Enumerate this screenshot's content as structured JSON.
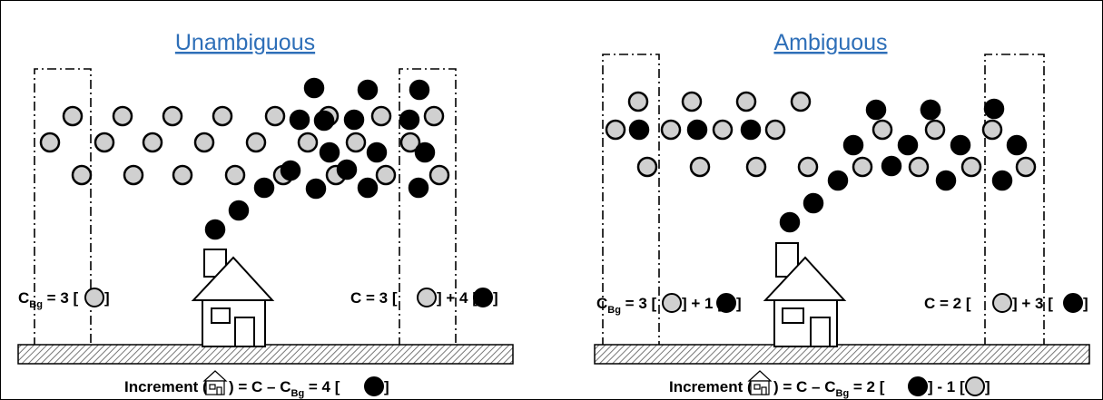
{
  "panels": {
    "left": {
      "title": "Unambiguous",
      "bg_label": {
        "prefix": "C",
        "sub": "Bg",
        "text": " = 3 [",
        "end": "]"
      },
      "site_label": {
        "a": "C = 3 [",
        "b": "] + 4 [",
        "end": "]"
      },
      "increment": {
        "a": "Increment (",
        "b": ") = C – C",
        "sub": "Bg",
        "c": " = 4 [",
        "end": "]"
      }
    },
    "right": {
      "title": "Ambiguous",
      "bg_label": {
        "prefix": "C",
        "sub": "Bg",
        "text": " = 3 [",
        "mid": "] + 1 [",
        "end": "]"
      },
      "site_label": {
        "a": "C = 2 [",
        "b": "] + 3 [",
        "end": "]"
      },
      "increment": {
        "a": "Increment (",
        "b": ") = C – C",
        "sub": "Bg",
        "c": " = 2 [",
        "d": "] - 1 [",
        "end": "]"
      }
    }
  },
  "colors": {
    "title": "#2e6fb8",
    "background_particle": "#d0d0d0",
    "plume_particle": "#000000"
  }
}
